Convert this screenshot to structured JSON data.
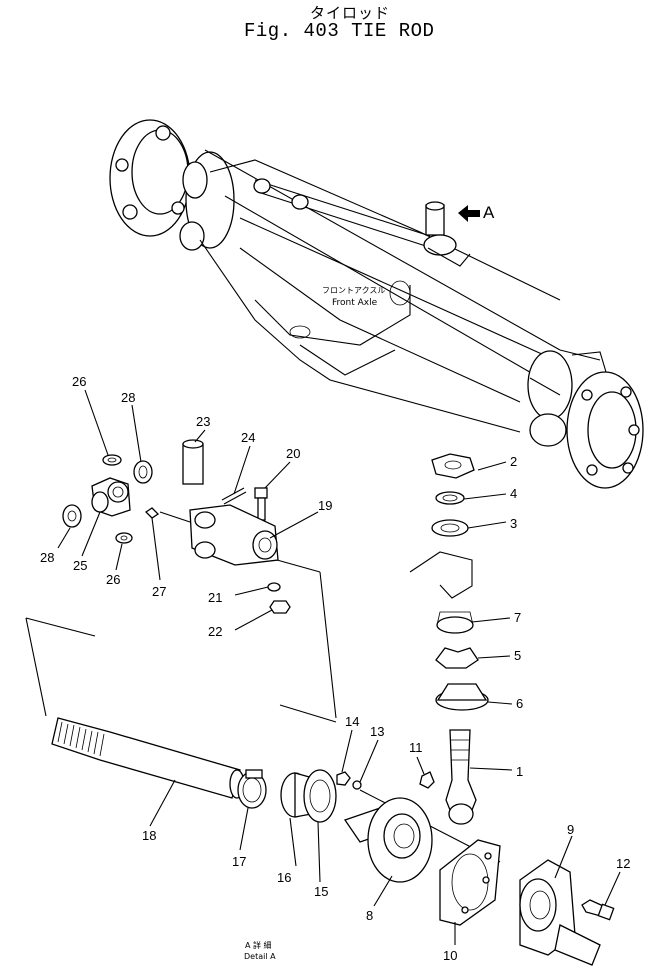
{
  "title": {
    "japanese": "タイロッド",
    "main": "Fig. 403 TIE ROD"
  },
  "axle_label": {
    "japanese": "フロントアクスル",
    "english": "Front Axle"
  },
  "detail_marker": "A",
  "detail_caption": {
    "japanese": "A 詳 細",
    "english": "Detail A"
  },
  "part_numbers": [
    "1",
    "2",
    "3",
    "4",
    "5",
    "6",
    "7",
    "8",
    "9",
    "10",
    "11",
    "12",
    "13",
    "14",
    "15",
    "16",
    "17",
    "18",
    "19",
    "20",
    "21",
    "22",
    "23",
    "24",
    "25",
    "26",
    "26",
    "27",
    "28",
    "28"
  ]
}
